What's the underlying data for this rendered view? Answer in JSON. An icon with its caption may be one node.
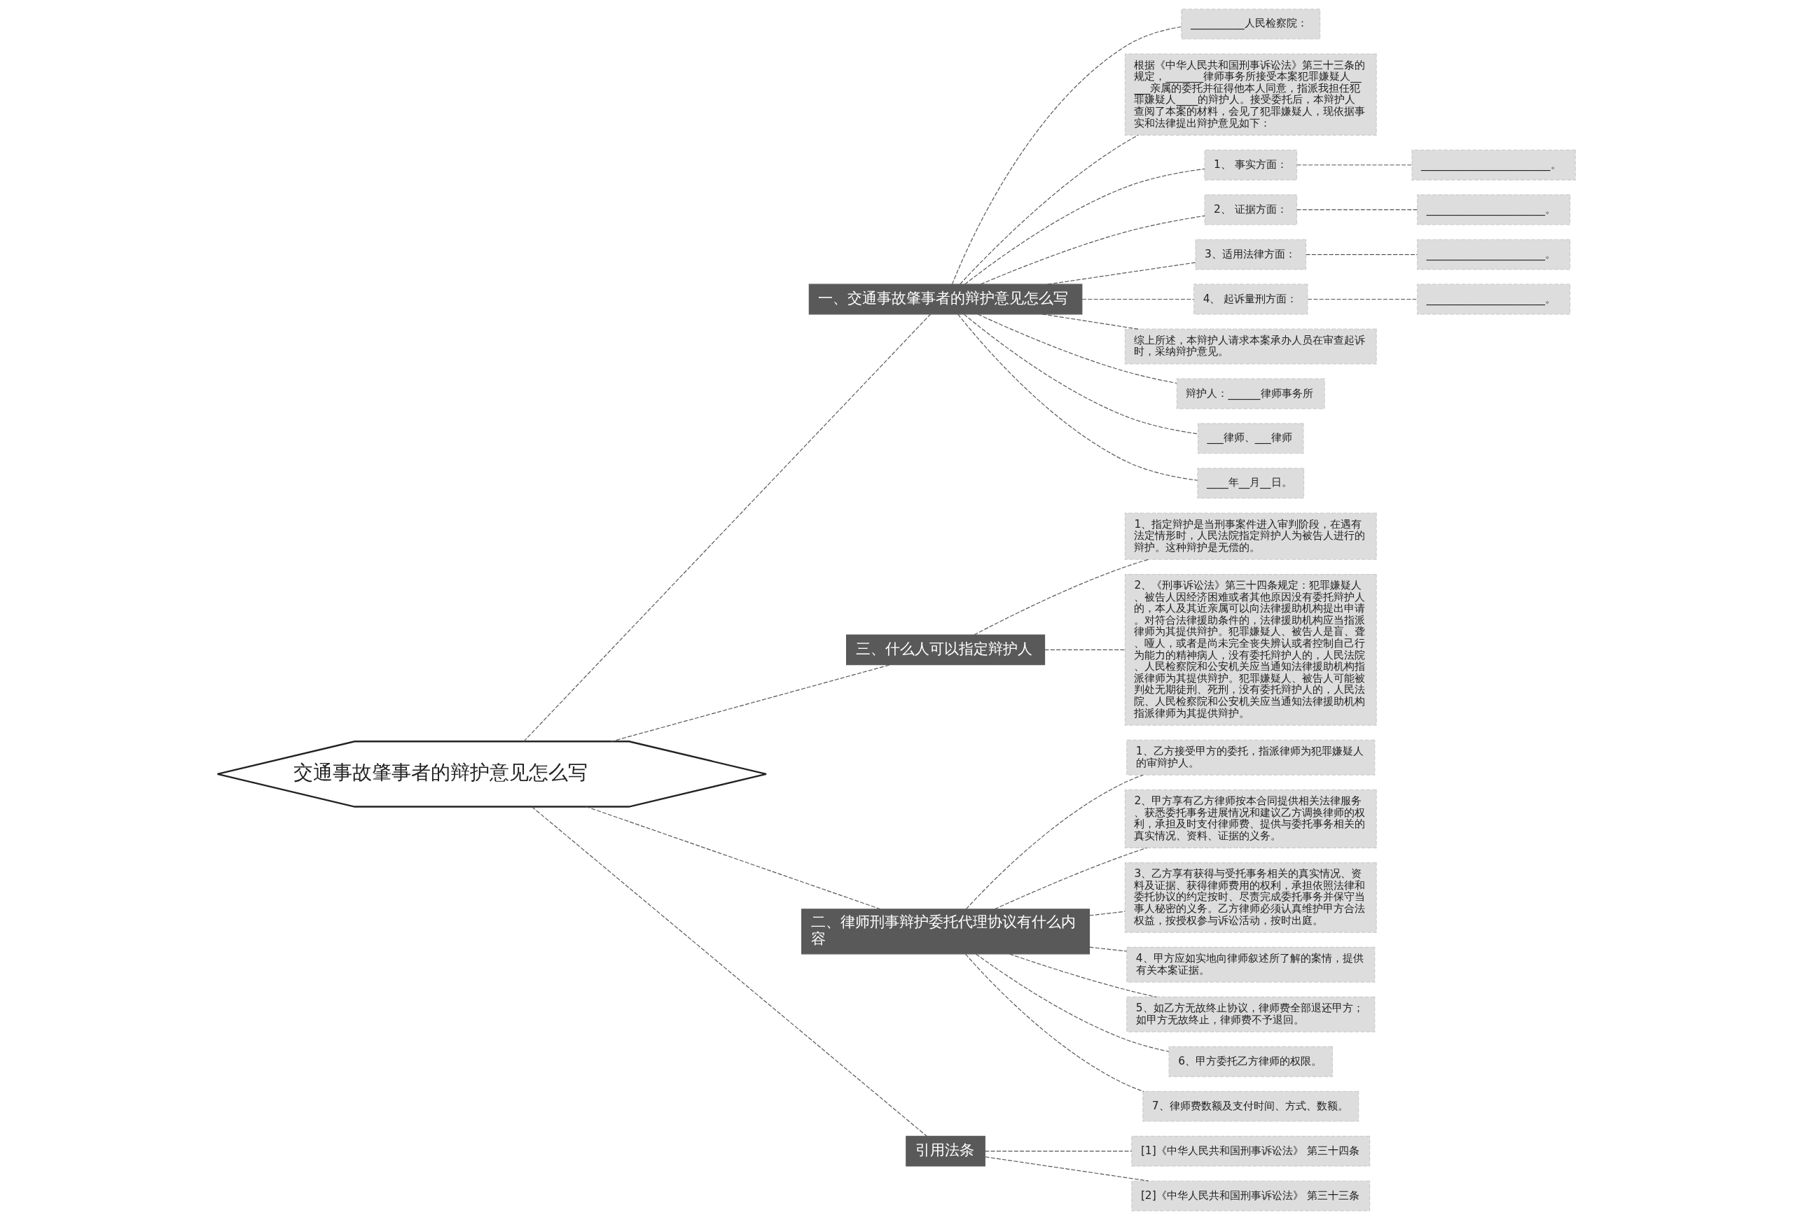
{
  "diagram": {
    "nodes": [
      {
        "text": [
          "交通事故肇事者的辩护意见怎么写"
        ]
      },
      {
        "text": [
          "一、交通事故肇事者的辩护意见怎么写"
        ]
      },
      {
        "text": [
          "__________人民检察院："
        ]
      },
      {
        "text": [
          "根据《中华人民共和国刑事诉讼法》第三十三条的规定，_______律师事务所接受本案犯罪嫌疑人_____亲属的委托并征得他本人同意，指派我担任犯罪嫌疑人____的辩护人。接受委托后，本辩护人查阅了本案的材料，会见了犯罪嫌疑人，现依据事实和法律提出辩护意见如下："
        ]
      },
      {
        "text": [
          "1、 事实方面："
        ]
      },
      {
        "text": [
          "________________________。"
        ]
      },
      {
        "text": [
          "2、 证据方面："
        ]
      },
      {
        "text": [
          "______________________。"
        ]
      },
      {
        "text": [
          "3、适用法律方面："
        ]
      },
      {
        "text": [
          "______________________。"
        ]
      },
      {
        "text": [
          "4、 起诉量刑方面："
        ]
      },
      {
        "text": [
          "______________________。"
        ]
      },
      {
        "text": [
          "综上所述，本辩护人请求本案承办人员在审查起诉时，采纳辩护意见。"
        ]
      },
      {
        "text": [
          "辩护人：______律师事务所"
        ]
      },
      {
        "text": [
          "___律师、___律师"
        ]
      },
      {
        "text": [
          "____年__月__日。"
        ]
      },
      {
        "text": [
          "三、什么人可以指定辩护人"
        ]
      },
      {
        "text": [
          "1、指定辩护是当刑事案件进入审判阶段，在遇有法定情形时，人民法院指定辩护人为被告人进行的辩护。这种辩护是无偿的。"
        ]
      },
      {
        "text": [
          "2、《刑事诉讼法》第三十四条规定：犯罪嫌疑人、被告人因经济困难或者其他原因没有委托辩护人的，本人及其近亲属可以向法律援助机构提出申请。对符合法律援助条件的，法律援助机构应当指派律师为其提供辩护。犯罪嫌疑人、被告人是盲、聋、哑人，或者是尚未完全丧失辨认或者控制自己行为能力的精神病人，没有委托辩护人的，人民法院、人民检察院和公安机关应当通知法律援助机构指派律师为其提供辩护。犯罪嫌疑人、被告人可能被判处无期徒刑、死刑，没有委托辩护人的，人民法院、人民检察院和公安机关应当通知法律援助机构指派律师为其提供辩护。"
        ]
      },
      {
        "text": [
          "二、律师刑事辩护委托代理协议有什么内容"
        ]
      },
      {
        "text": [
          "1、乙方接受甲方的委托，指派律师为犯罪嫌疑人的审辩护人。"
        ]
      },
      {
        "text": [
          "2、甲方享有乙方律师按本合同提供相关法律服务、获悉委托事务进展情况和建议乙方调换律师的权利，承担及时支付律师费、提供与委托事务相关的真实情况、资料、证据的义务。"
        ]
      },
      {
        "text": [
          "3、乙方享有获得与受托事务相关的真实情况、资料及证据、获得律师费用的权利，承担依照法律和委托协议的约定按时、尽责完成委托事务并保守当事人秘密的义务。乙方律师必须认真维护甲方合法权益，按授权参与诉讼活动，按时出庭。"
        ]
      },
      {
        "text": [
          "4、甲方应如实地向律师叙述所了解的案情，提供有关本案证据。"
        ]
      },
      {
        "text": [
          "5、如乙方无故终止协议，律师费全部退还甲方；如甲方无故终止，律师费不予退回。"
        ]
      },
      {
        "text": [
          "6、甲方委托乙方律师的权限。"
        ]
      },
      {
        "text": [
          "7、律师费数额及支付时间、方式、数额。"
        ]
      },
      {
        "text": [
          "引用法条"
        ]
      },
      {
        "text": [
          "[1]《中华人民共和国刑事诉讼法》 第三十四条"
        ]
      },
      {
        "text": [
          "[2]《中华人民共和国刑事诉讼法》 第三十三条"
        ]
      }
    ],
    "edges": [
      {
        "from": 0,
        "to": 1,
        "arrow": "none",
        "style": "dashed"
      },
      {
        "from": 1,
        "to": 2,
        "arrow": "none",
        "style": "dashed"
      },
      {
        "from": 1,
        "to": 3,
        "arrow": "none",
        "style": "dashed"
      },
      {
        "from": 1,
        "to": 4,
        "arrow": "none",
        "style": "dashed"
      },
      {
        "from": 4,
        "to": 5,
        "arrow": "none",
        "style": "dashed"
      },
      {
        "from": 1,
        "to": 6,
        "arrow": "none",
        "style": "dashed"
      },
      {
        "from": 6,
        "to": 7,
        "arrow": "none",
        "style": "dashed"
      },
      {
        "from": 1,
        "to": 8,
        "arrow": "none",
        "style": "dashed"
      },
      {
        "from": 8,
        "to": 9,
        "arrow": "none",
        "style": "dashed"
      },
      {
        "from": 1,
        "to": 10,
        "arrow": "none",
        "style": "dashed"
      },
      {
        "from": 10,
        "to": 11,
        "arrow": "none",
        "style": "dashed"
      },
      {
        "from": 1,
        "to": 12,
        "arrow": "none",
        "style": "dashed"
      },
      {
        "from": 1,
        "to": 13,
        "arrow": "none",
        "style": "dashed"
      },
      {
        "from": 1,
        "to": 14,
        "arrow": "none",
        "style": "dashed"
      },
      {
        "from": 1,
        "to": 15,
        "arrow": "none",
        "style": "dashed"
      },
      {
        "from": 0,
        "to": 16,
        "arrow": "none",
        "style": "dashed"
      },
      {
        "from": 16,
        "to": 17,
        "arrow": "none",
        "style": "dashed"
      },
      {
        "from": 16,
        "to": 18,
        "arrow": "none",
        "style": "dashed"
      },
      {
        "from": 0,
        "to": 19,
        "arrow": "none",
        "style": "dashed"
      },
      {
        "from": 19,
        "to": 20,
        "arrow": "none",
        "style": "dashed"
      },
      {
        "from": 19,
        "to": 21,
        "arrow": "none",
        "style": "dashed"
      },
      {
        "from": 19,
        "to": 22,
        "arrow": "none",
        "style": "dashed"
      },
      {
        "from": 19,
        "to": 23,
        "arrow": "none",
        "style": "dashed"
      },
      {
        "from": 19,
        "to": 24,
        "arrow": "none",
        "style": "dashed"
      },
      {
        "from": 19,
        "to": 25,
        "arrow": "none",
        "style": "dashed"
      },
      {
        "from": 19,
        "to": 26,
        "arrow": "none",
        "style": "dashed"
      },
      {
        "from": 0,
        "to": 27,
        "arrow": "none",
        "style": "dashed"
      },
      {
        "from": 27,
        "to": 28,
        "arrow": "none",
        "style": "dashed"
      },
      {
        "from": 27,
        "to": 29,
        "arrow": "none",
        "style": "dashed"
      }
    ]
  }
}
